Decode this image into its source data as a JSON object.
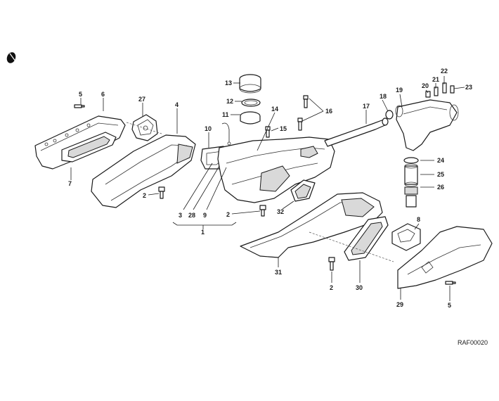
{
  "diagram": {
    "reference_code": "RAF00020",
    "callouts": {
      "p1": "1",
      "p2a": "2",
      "p2b": "2",
      "p2c": "2",
      "p3": "3",
      "p4": "4",
      "p5a": "5",
      "p5b": "5",
      "p6": "6",
      "p7": "7",
      "p8": "8",
      "p9": "9",
      "p10": "10",
      "p11": "11",
      "p12": "12",
      "p13": "13",
      "p14": "14",
      "p15": "15",
      "p16": "16",
      "p17": "17",
      "p18": "18",
      "p19": "19",
      "p20": "20",
      "p21": "21",
      "p22": "22",
      "p23": "23",
      "p24": "24",
      "p25": "25",
      "p26": "26",
      "p27": "27",
      "p28": "28",
      "p29": "29",
      "p30": "30",
      "p31": "31",
      "p32": "32"
    }
  }
}
